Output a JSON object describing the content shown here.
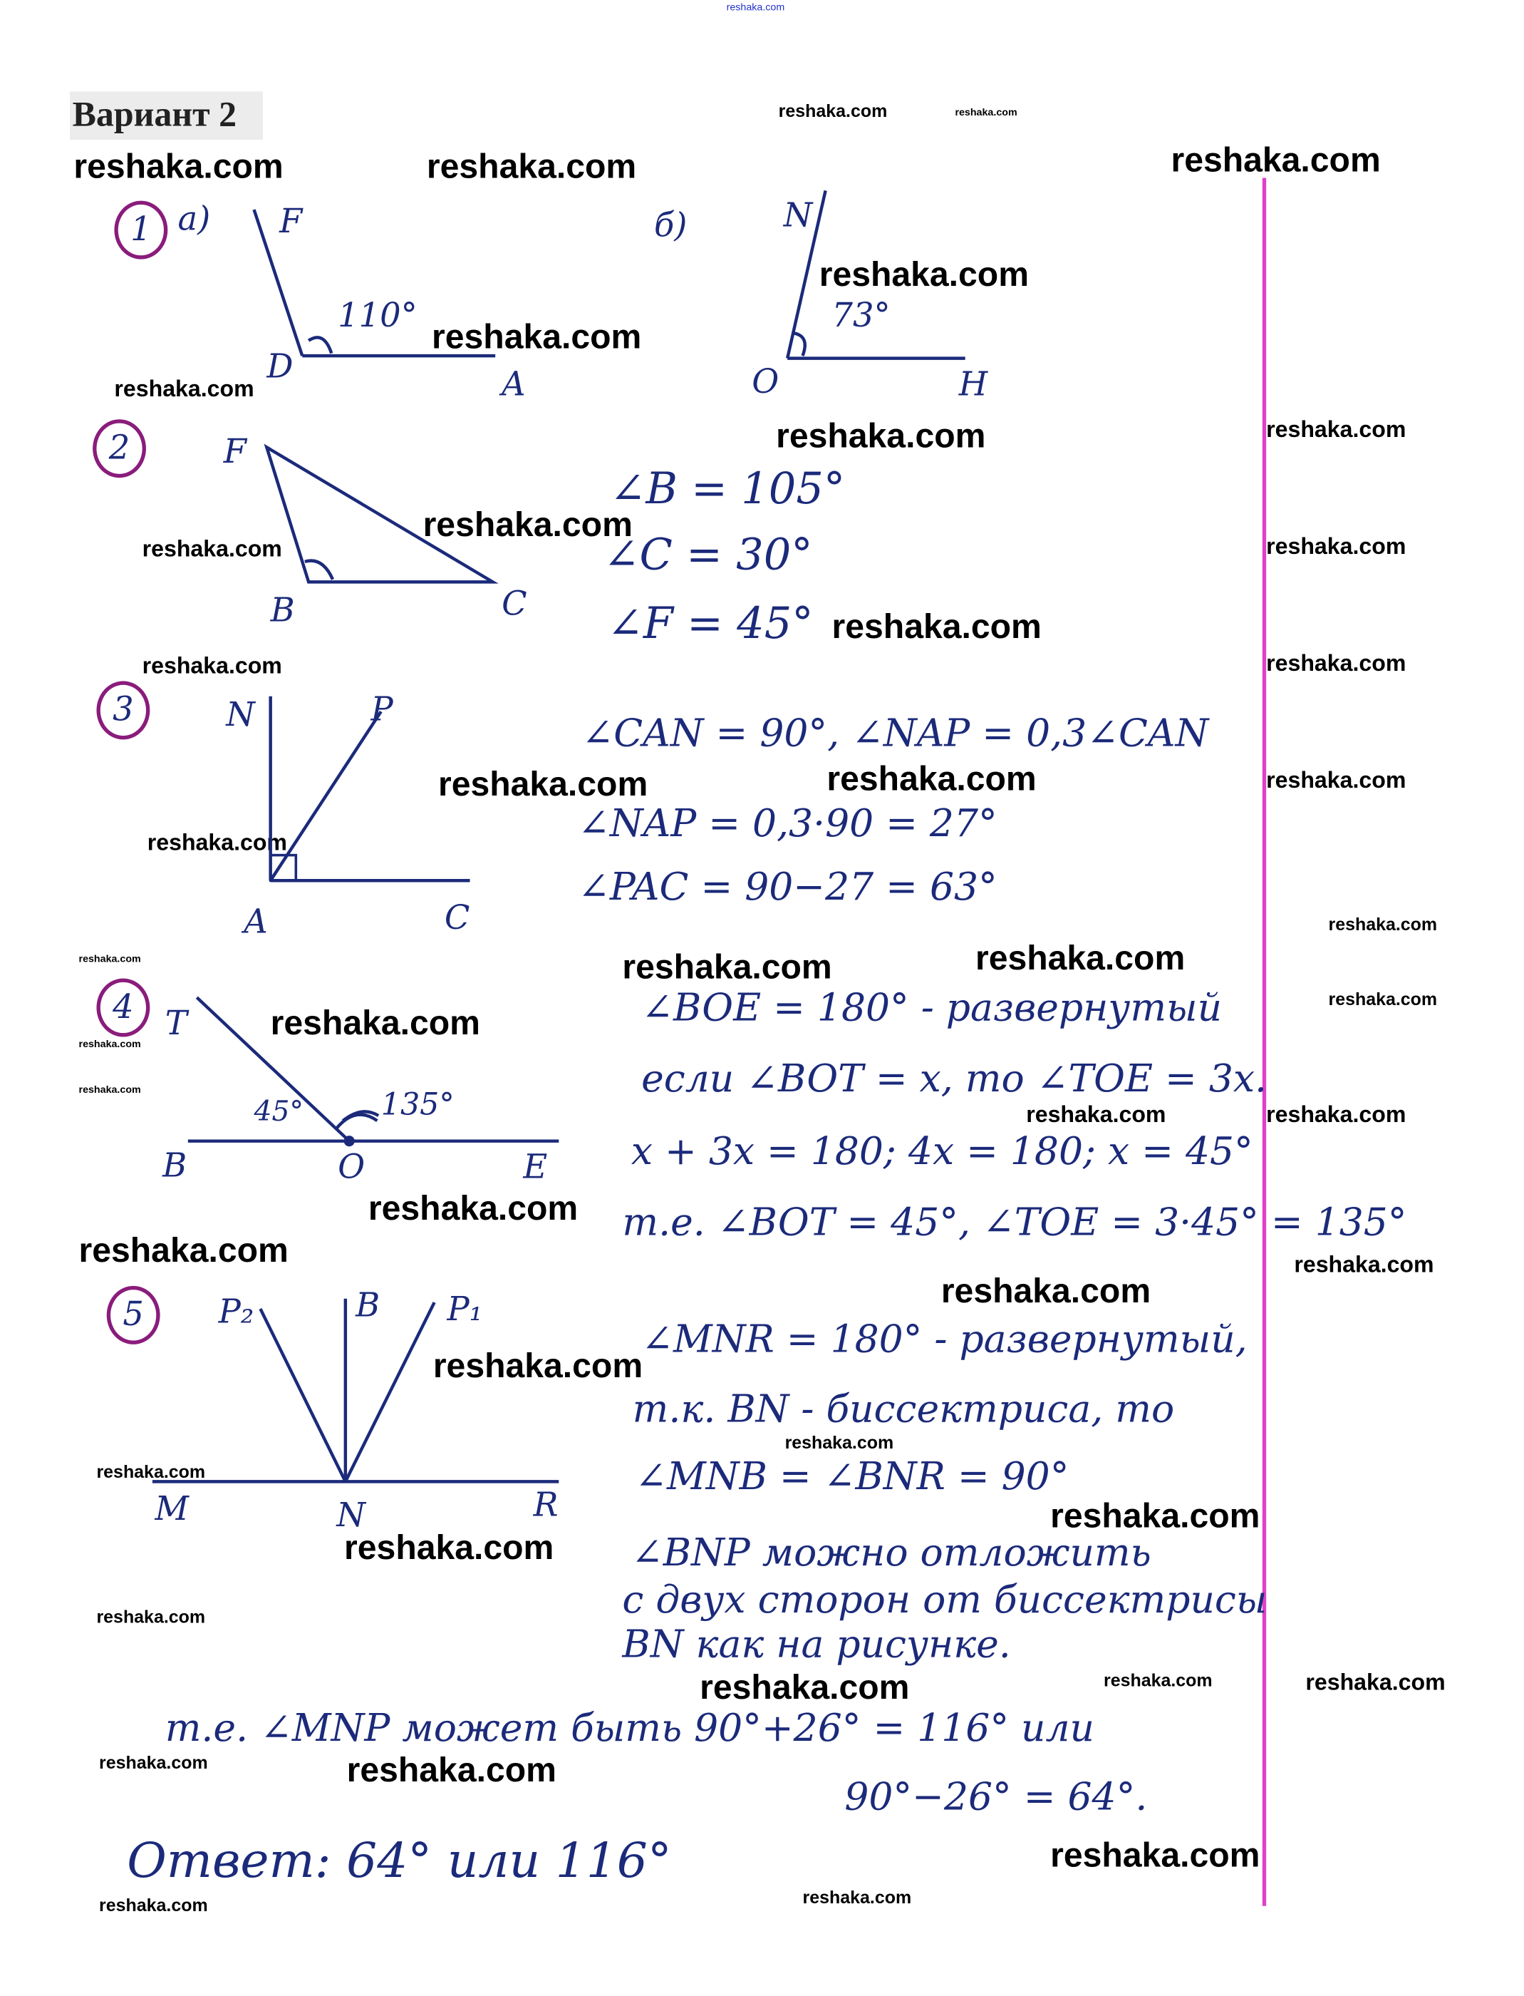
{
  "title": "Вариант 2",
  "watermark": "reshaka.com",
  "colors": {
    "ink": "#1b2a7a",
    "circle": "#8a1c7c",
    "margin": "#e040c8"
  },
  "problems": [
    {
      "number": "1",
      "parts": [
        "а)",
        "б)"
      ],
      "labels_a": [
        "F",
        "D",
        "A"
      ],
      "angle_a": "110°",
      "labels_b": [
        "N",
        "O",
        "H"
      ],
      "angle_b": "73°"
    },
    {
      "number": "2",
      "labels": [
        "F",
        "B",
        "C"
      ],
      "lines": [
        "∠B = 105°",
        "∠C = 30°",
        "∠F = 45°"
      ]
    },
    {
      "number": "3",
      "labels": [
        "N",
        "P",
        "A",
        "C"
      ],
      "lines": [
        "∠CAN = 90°, ∠NAP = 0,3∠CAN",
        "∠NAP = 0,3·90 = 27°",
        "∠PAC = 90−27 = 63°"
      ]
    },
    {
      "number": "4",
      "labels": [
        "T",
        "B",
        "O",
        "E"
      ],
      "angles": [
        "45°",
        "135°"
      ],
      "lines": [
        "∠BOE = 180° - развернутый",
        "если ∠BOT = x, то ∠TOE = 3x.",
        "x + 3x = 180; 4x = 180; x = 45°",
        "т.е. ∠BOT = 45°, ∠TOE = 3·45° = 135°"
      ]
    },
    {
      "number": "5",
      "labels": [
        "P₂",
        "B",
        "P₁",
        "M",
        "N",
        "R"
      ],
      "lines": [
        "∠MNR = 180° - развернутый,",
        "т.к. BN - биссектриса, то",
        "∠MNB = ∠BNR = 90°",
        "∠BNP можно отложить",
        "с двух сторон от биссектрисы",
        "BN как на рисунке.",
        "т.е. ∠MNP может быть  90°+26° = 116° или",
        "90°−26° = 64°."
      ],
      "answer": "Ответ:   64° или 116°"
    }
  ]
}
